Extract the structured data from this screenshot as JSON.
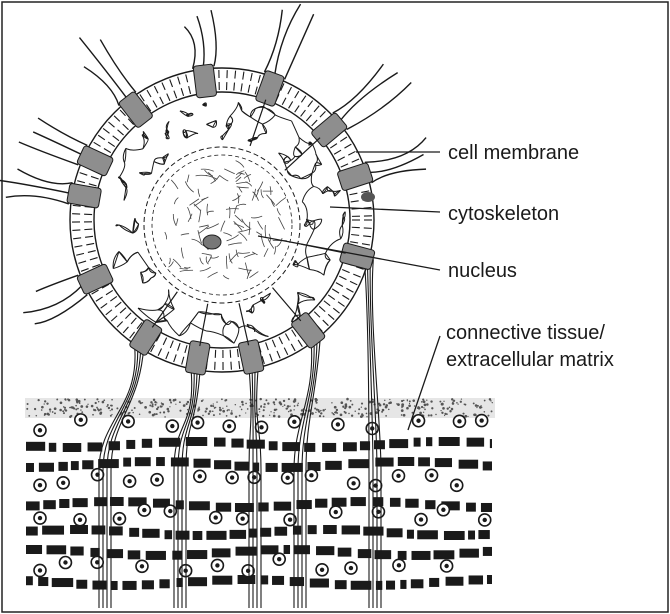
{
  "labels": {
    "cell_membrane": "cell membrane",
    "cytoskeleton": "cytoskeleton",
    "nucleus": "nucleus",
    "connective_tissue_line1": "connective tissue/",
    "connective_tissue_line2": "extracellular matrix"
  },
  "colors": {
    "ink": "#1a1a1a",
    "protein": "#8e8e8e",
    "membrane_fill": "#ffffff",
    "background": "#ffffff"
  }
}
